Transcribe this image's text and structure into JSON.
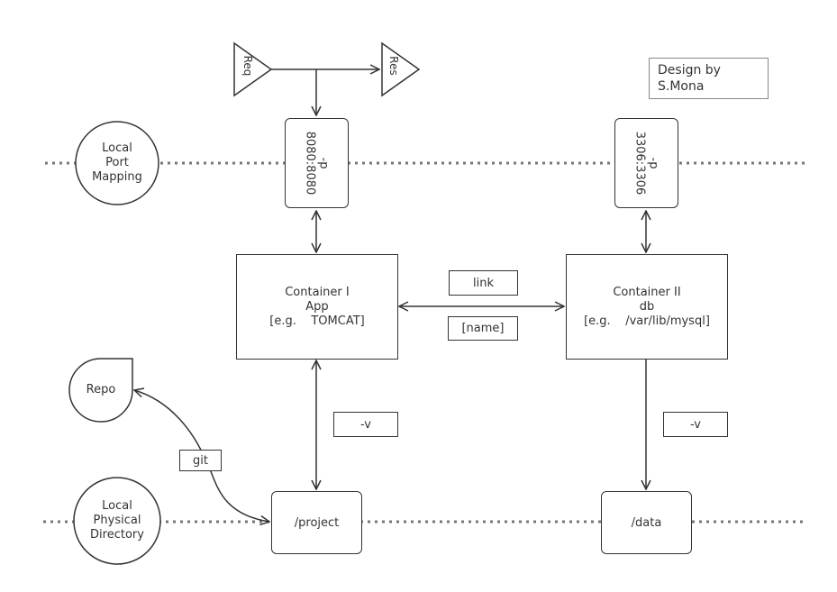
{
  "credit": {
    "line1": "Design by",
    "line2": "S.Mona"
  },
  "request": {
    "req": "Req",
    "res": "Res"
  },
  "regions": {
    "port_mapping": "Local\nPort\nMapping",
    "physical_directory": "Local\nPhysical\nDirectory"
  },
  "ports": {
    "app": {
      "flag": "-p",
      "mapping": "8080:8080"
    },
    "db": {
      "flag": "-p",
      "mapping": "3306:3306"
    }
  },
  "containers": {
    "app": {
      "name": "Container I",
      "role": "App",
      "example": "[e.g.    TOMCAT]"
    },
    "db": {
      "name": "Container II",
      "role": "db",
      "example": "[e.g.    /var/lib/mysql]"
    }
  },
  "link": {
    "label": "link",
    "name": "[name]"
  },
  "volumes": {
    "app_flag": "-v",
    "db_flag": "-v",
    "app_dir": "/project",
    "db_dir": "/data"
  },
  "repo": {
    "label": "Repo",
    "git": "git"
  }
}
